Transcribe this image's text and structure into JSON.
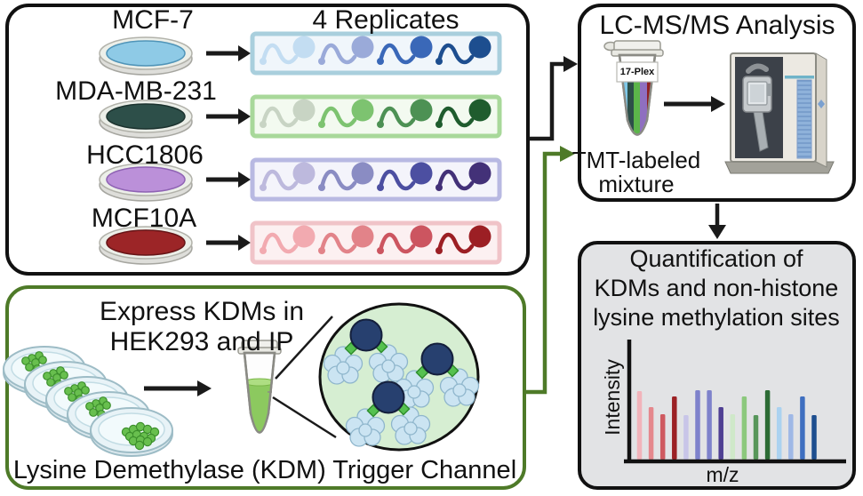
{
  "palette": {
    "arrow_black": "#1a1a1a",
    "trigger_green": "#4e7a28",
    "quant_panel_bg": "#e2e3e5"
  },
  "cell_lines_panel": {
    "replicates_heading": "4 Replicates",
    "rows": [
      {
        "name": "MCF-7",
        "dish_fill": "#8ecae6",
        "dish_edge": "#4f94b8",
        "strip_bg": "#f0f6fb",
        "strip_border": "#a9cfdd",
        "motif_colors": [
          "#c3ddf2",
          "#9aaad9",
          "#3a68b8",
          "#1d4e8f"
        ]
      },
      {
        "name": "MDA-MB-231",
        "dish_fill": "#2d4f49",
        "dish_edge": "#1c332f",
        "strip_bg": "#f3faf0",
        "strip_border": "#a8d89a",
        "motif_colors": [
          "#c8d4c4",
          "#7dc370",
          "#4d9154",
          "#1f5c2e"
        ]
      },
      {
        "name": "HCC1806",
        "dish_fill": "#bb90d9",
        "dish_edge": "#8f63b4",
        "strip_bg": "#f4f4fb",
        "strip_border": "#b8b9e2",
        "motif_colors": [
          "#bdb9dd",
          "#8a8cc3",
          "#4c4fa1",
          "#433178"
        ]
      },
      {
        "name": "MCF10A",
        "dish_fill": "#9c2527",
        "dish_edge": "#671517",
        "strip_bg": "#fcf0f1",
        "strip_border": "#f0c3c8",
        "motif_colors": [
          "#f2aab0",
          "#e28389",
          "#cc5560",
          "#9c1f24"
        ]
      }
    ]
  },
  "lcms_panel": {
    "title": "LC-MS/MS Analysis",
    "tube_label": "17-Plex",
    "tube_stripe_colors": [
      "#7ec8e8",
      "#2d4f49",
      "#5bb54a",
      "#8f6fc0",
      "#8f2022"
    ],
    "caption_line1": "TMT-labeled",
    "caption_line2": "mixture"
  },
  "trigger_panel": {
    "heading_line1": "Express KDMs in",
    "heading_line2": "HEK293 and IP",
    "caption": "Lysine Demethylase (KDM) Trigger Channel",
    "liquid_color": "#8cc95f",
    "colony_color": "#68bf4e",
    "colony_edge": "#3c8f2c",
    "circle_fill": "#d6eed2",
    "bead_color": "#27406f",
    "linker_color": "#55c14f",
    "blob_color": "#cbe4f2"
  },
  "quant_panel": {
    "title_lines": [
      "Quantification of",
      "KDMs and non-histone",
      "lysine methylation sites"
    ]
  },
  "chart_data": {
    "type": "bar",
    "title": "",
    "xlabel": "m/z",
    "ylabel": "Intensity",
    "axis_numeric_labels": false,
    "grid": false,
    "note": "16 TMT reporter peaks: 4 color families (red, purple, green, blue) x 4 replicate shades",
    "bars": [
      {
        "color": "#f2b3ba",
        "rel_height": 0.99
      },
      {
        "color": "#e5888d",
        "rel_height": 0.76
      },
      {
        "color": "#cf5a60",
        "rel_height": 0.65
      },
      {
        "color": "#9c2125",
        "rel_height": 0.91
      },
      {
        "color": "#c8c5e8",
        "rel_height": 0.64
      },
      {
        "color": "#7e82cb",
        "rel_height": 1.0
      },
      {
        "color": "#7e82cb",
        "rel_height": 1.0
      },
      {
        "color": "#4f3f93",
        "rel_height": 0.76
      },
      {
        "color": "#cfe8c9",
        "rel_height": 0.65
      },
      {
        "color": "#8cc87d",
        "rel_height": 0.91
      },
      {
        "color": "#57965a",
        "rel_height": 0.64
      },
      {
        "color": "#2c6b35",
        "rel_height": 1.0
      },
      {
        "color": "#abd2f0",
        "rel_height": 0.76
      },
      {
        "color": "#9fb8e6",
        "rel_height": 0.65
      },
      {
        "color": "#3f6fc0",
        "rel_height": 0.91
      },
      {
        "color": "#1d4e8f",
        "rel_height": 0.64
      }
    ]
  }
}
